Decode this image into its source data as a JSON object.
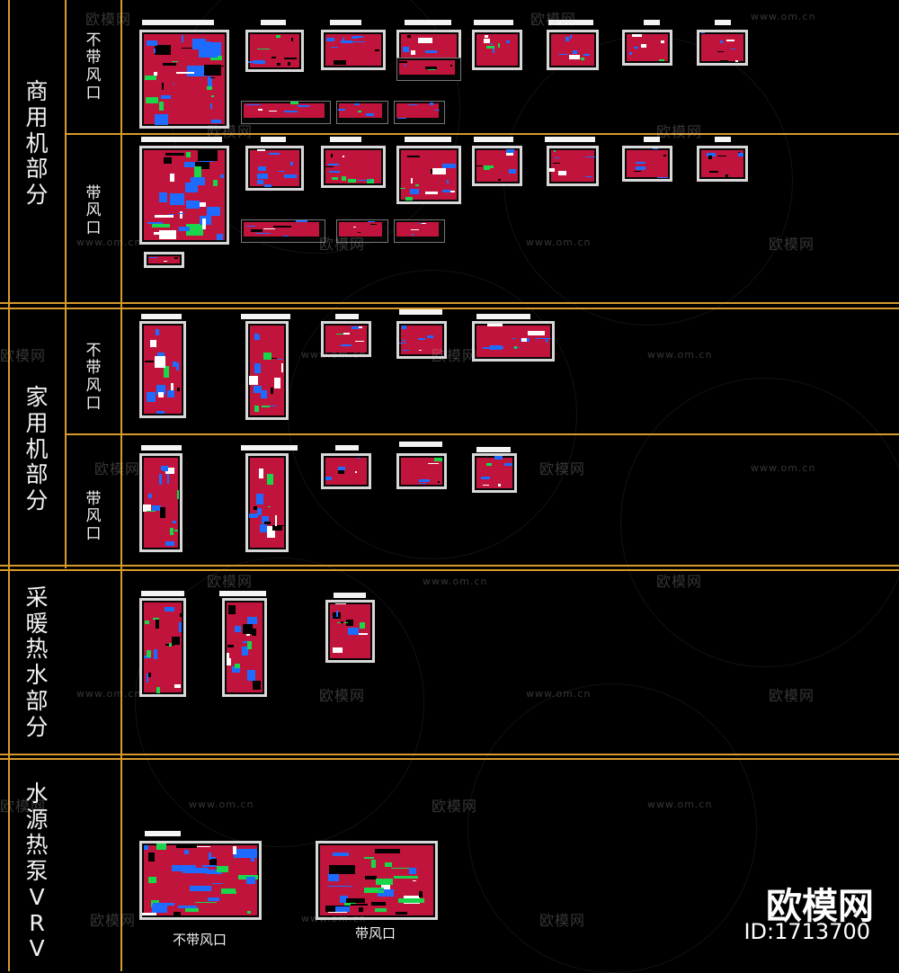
{
  "categories": [
    {
      "key": "commercial",
      "chars": [
        "商",
        "用",
        "机",
        "部",
        "分"
      ]
    },
    {
      "key": "household",
      "chars": [
        "家",
        "用",
        "机",
        "部",
        "分"
      ]
    },
    {
      "key": "heating",
      "chars": [
        "采",
        "暖",
        "热",
        "水",
        "部",
        "分"
      ]
    },
    {
      "key": "water",
      "chars": [
        "水",
        "源",
        "热",
        "泵",
        "V",
        "R",
        "V"
      ]
    }
  ],
  "subcategories": {
    "no_vent_chars": [
      "不",
      "带",
      "风",
      "口"
    ],
    "vent_chars": [
      "带",
      "风",
      "口"
    ]
  },
  "captions": {
    "no_vent": "不带风口",
    "with_vent": "带风口"
  },
  "watermark": {
    "text": "欧模网",
    "url": "www.om.cn"
  },
  "brand": {
    "logo_text": "欧模网",
    "id_text": "ID:1713700"
  },
  "colors": {
    "background": "#000000",
    "divider": "#d79a2b",
    "sheet_fill": "#c0143c",
    "accent_blue": "#1e6cff",
    "accent_green": "#19d64a"
  }
}
